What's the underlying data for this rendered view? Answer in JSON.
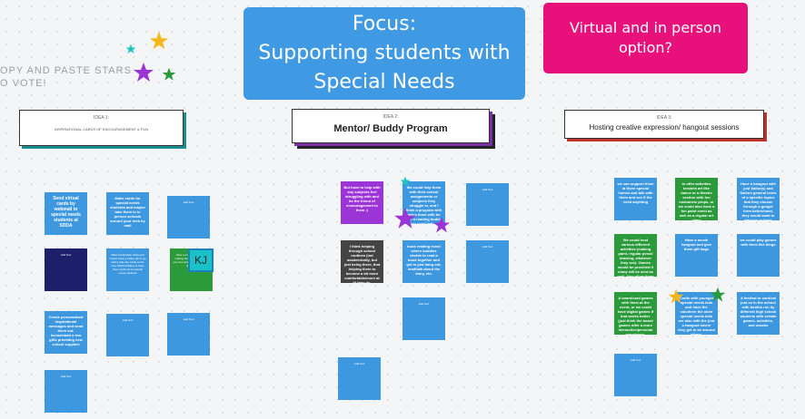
{
  "banners": {
    "focus_lines": [
      "Focus:",
      "Supporting students with",
      "Special Needs"
    ],
    "virtual_lines": [
      "Virtual and in person",
      "option?"
    ]
  },
  "instructions": {
    "line1": "OPY AND PASTE STARS",
    "line2": "O VOTE!"
  },
  "ideas": [
    {
      "label": "IDEA 1:",
      "title": "INSPIRATIONAL CARDS OF ENCOURAGEMENT & FUN"
    },
    {
      "label": "IDEA 2:",
      "title": "Mentor/ Buddy Program"
    },
    {
      "label": "IDEA 3:",
      "title": "Hosting creative expression/ hangout sessions"
    }
  ],
  "notes": {
    "col1": [
      {
        "text": "Send virtual cards by webmail to special needs students at SDDA"
      },
      {
        "text": "Make cards for special needs students and maybe take them to in person schools around your area by mail"
      },
      {
        "text": "Add Text"
      },
      {
        "text": "Add Text"
      },
      {
        "text": "Make handmade cards and maybe have a coffee gift or go add a Hike the cards to the new SDDA building to have them send out to special needs students"
      },
      {
        "text": "have a something a chat, making being some in what you love doing and, send card like that"
      },
      {
        "text": "Create personalized inspirational messages and send them out. Include/add a few gifts providing new school supplies"
      },
      {
        "text": "Add Text"
      },
      {
        "text": "Add Text"
      },
      {
        "text": "Add Text"
      }
    ],
    "col2": [
      {
        "text": "But have to help with any subjects feel struggling with and be the friend of encouragement to them :)"
      },
      {
        "text": "We could help them with their school assignments or subjects they struggle in, and I think a program with helps them with be like a reading buddy if they need help with comprehension"
      },
      {
        "text": "Add Text"
      },
      {
        "text": "I think helping through school routines (not academically, but just being there, that helping them to become a bit more comfortable/more at it) they do."
      },
      {
        "text": "book reading event where buddies decide to read a book together and get to just hang out, read/talk about the story, etc."
      },
      {
        "text": "Add Text"
      },
      {
        "text": "Add Text"
      },
      {
        "text": "Add Text"
      }
    ],
    "col3": [
      {
        "text": "we can support them at there special homes and talk with them and see if the need anything"
      },
      {
        "text": "to offer activities besides art like dance or a theatre section with fun costumes/ props, or we could also have a fun paint event as well as a regular art class"
      },
      {
        "text": "Have a hangout with just Sailor(s) and Sailors general loves of a specific topics that they choose through a google form beforehand, they would want to discuss or learn about"
      },
      {
        "text": "We could host various different activities (making paint, regular pencil drawing, whatever they see). Games would be provided if many will be sent as well. Also allow them to have a set time to have a creative free conversation"
      },
      {
        "text": "Have a movie hangout and give them gift bags"
      },
      {
        "text": "we could play games with them like bingo"
      },
      {
        "text": "A board/card games with them at the event, or we could have digital games if that works better. (just think the board games offer a more interactive/personal experience."
      },
      {
        "text": "Crafts with younger special needs kids and have the volunteer the older special needs kids are also with the (not a hangout where they get to be around others."
      },
      {
        "text": "A festival or carnival just so in the school with booths run by different high school students with certain games, activities, and snacks"
      },
      {
        "text": "Add Text"
      }
    ]
  },
  "kj_tag": "KJ",
  "colors": {
    "focus": "#3f99e3",
    "virtual": "#e8117c",
    "note_blue": "#3e98e0",
    "note_green": "#2a9a3a",
    "note_purple": "#9b35d6",
    "note_navy": "#1d1f6b"
  }
}
